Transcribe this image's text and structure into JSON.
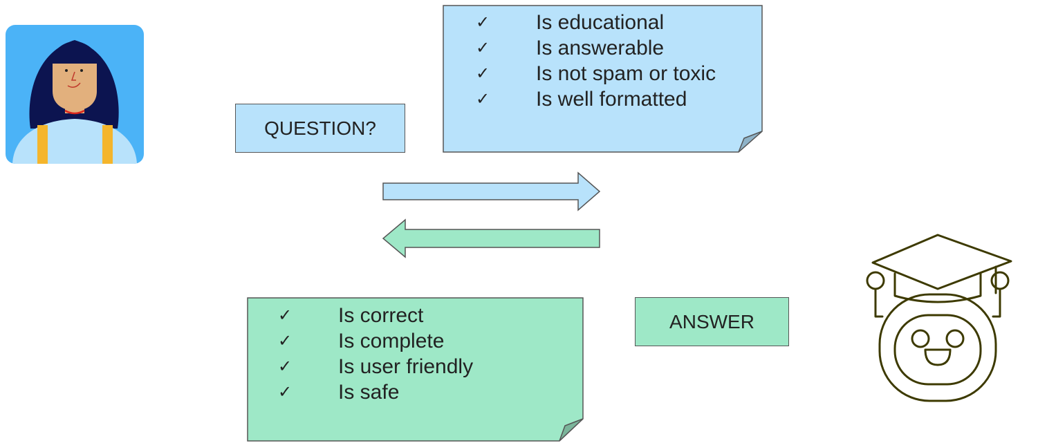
{
  "colors": {
    "question_fill": "#b8e2fb",
    "answer_fill": "#9ee8c7",
    "outline": "#555555",
    "avatar_bg": "#4bb3f7",
    "robot_stroke": "#3d3a00"
  },
  "question_box": {
    "label": "QUESTION?"
  },
  "answer_box": {
    "label": "ANSWER"
  },
  "check_symbol": "✓",
  "question_checks": [
    "Is educational",
    "Is answerable",
    "Is not spam or toxic",
    "Is well formatted"
  ],
  "answer_checks": [
    "Is correct",
    "Is complete",
    "Is user friendly",
    "Is safe"
  ],
  "icons": {
    "user": "user-avatar-icon",
    "robot": "graduate-robot-icon",
    "forward_arrow": "arrow-right-icon",
    "back_arrow": "arrow-left-icon"
  }
}
